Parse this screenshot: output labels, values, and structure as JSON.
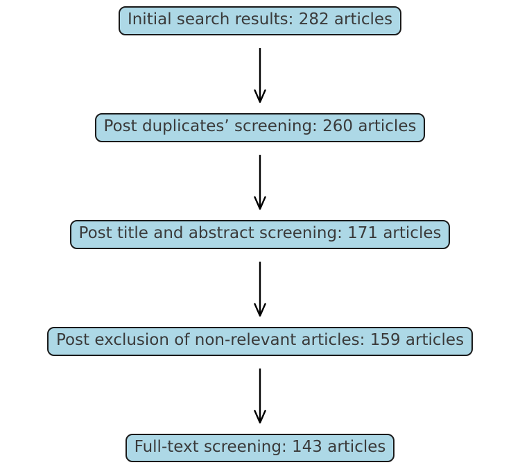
{
  "diagram": {
    "type": "flowchart",
    "direction": "top-down",
    "steps": [
      {
        "id": "initial-search",
        "label": "Initial search results: 282 articles",
        "count": 282
      },
      {
        "id": "post-duplicates",
        "label": "Post duplicates’ screening: 260 articles",
        "count": 260
      },
      {
        "id": "post-title-abstract",
        "label": "Post title and abstract screening: 171 articles",
        "count": 171
      },
      {
        "id": "post-exclusion",
        "label": "Post exclusion of non-relevant articles: 159 articles",
        "count": 159
      },
      {
        "id": "full-text-screening",
        "label": "Full-text screening: 143 articles",
        "count": 143
      }
    ],
    "connectors": [
      {
        "from": 0,
        "to": 1
      },
      {
        "from": 1,
        "to": 2
      },
      {
        "from": 2,
        "to": 3
      },
      {
        "from": 3,
        "to": 4
      }
    ],
    "colors": {
      "background": "#ffffff",
      "box_fill": "#add8e6",
      "box_border": "#1a1a1a",
      "text": "#3a3a3a",
      "arrow": "#000000"
    }
  }
}
